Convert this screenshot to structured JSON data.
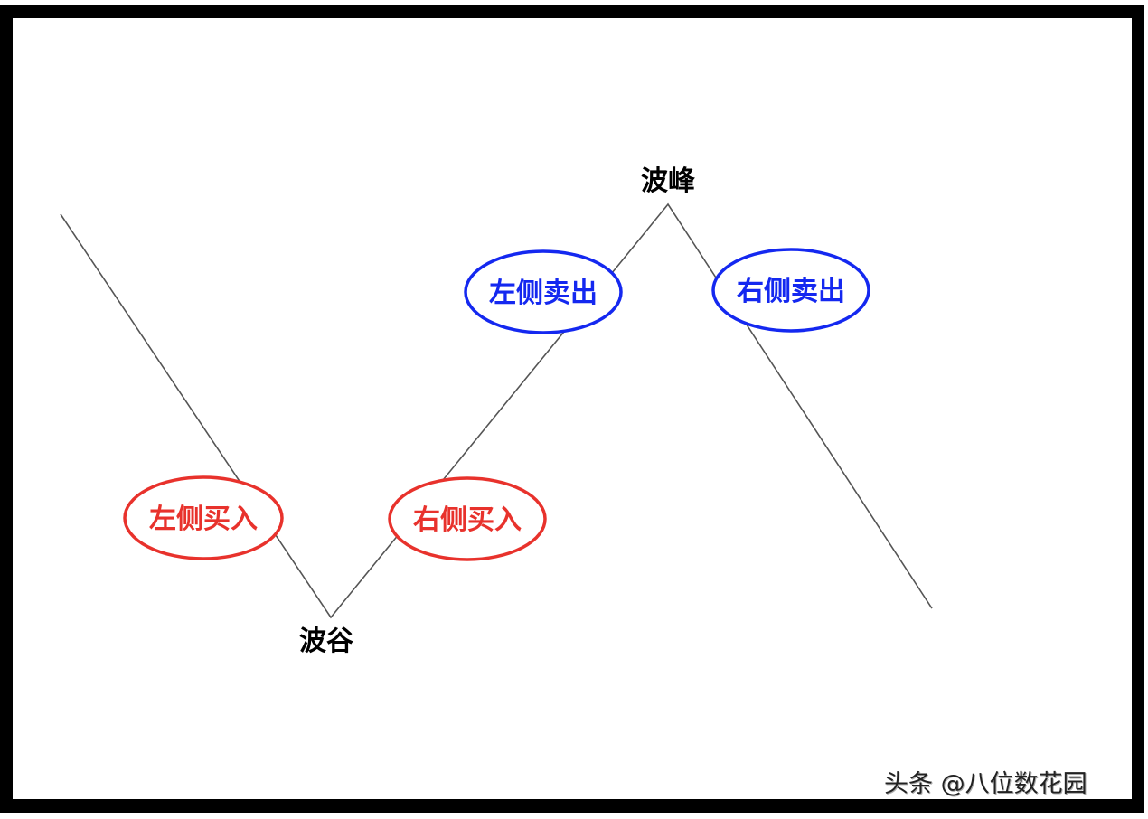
{
  "diagram": {
    "peak_label": "波峰",
    "trough_label": "波谷",
    "markers": [
      {
        "label": "左侧买入",
        "color": "#e8322c"
      },
      {
        "label": "右侧买入",
        "color": "#e8322c"
      },
      {
        "label": "左侧卖出",
        "color": "#1428f0"
      },
      {
        "label": "右侧卖出",
        "color": "#1428f0"
      }
    ]
  },
  "watermark": "头条 @八位数花园"
}
